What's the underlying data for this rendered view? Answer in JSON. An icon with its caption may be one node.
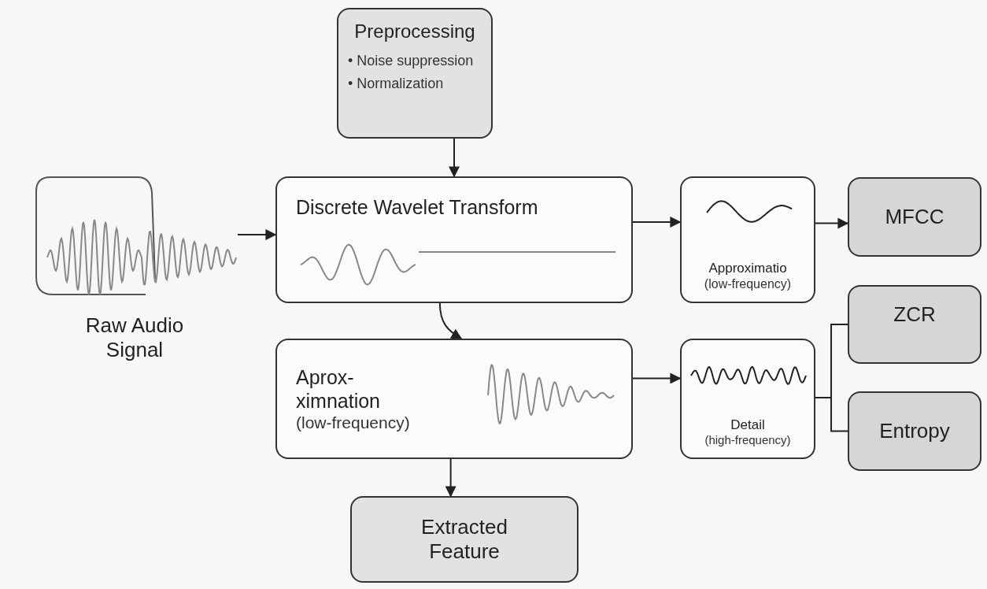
{
  "diagram": {
    "nodes": [
      {
        "text": [
          "Preprocessing",
          "• Noise suppression",
          "• Normalization"
        ]
      },
      {
        "text": [
          "Raw Audio Signal"
        ]
      },
      {
        "text": [
          "Discrete Wavelet Transform"
        ]
      },
      {
        "text": [
          "Approximatio",
          "(low-frequency)"
        ]
      },
      {
        "text": [
          "MFCC"
        ]
      },
      {
        "text": [
          "ZCR"
        ]
      },
      {
        "text": [
          "Aprox- ximnation",
          "(low-frequency)"
        ]
      },
      {
        "text": [
          "Detail",
          "(high-frequency)"
        ]
      },
      {
        "text": [
          "Entropy"
        ]
      },
      {
        "text": [
          "Extracted Feature"
        ]
      }
    ],
    "edges": [
      {
        "from": 0,
        "to": 2,
        "arrow": "to"
      },
      {
        "from": 1,
        "to": 2,
        "arrow": "to"
      },
      {
        "from": 2,
        "to": 3,
        "arrow": "to"
      },
      {
        "from": 3,
        "to": 4,
        "arrow": "to"
      },
      {
        "from": 2,
        "to": 6,
        "arrow": "to"
      },
      {
        "from": 6,
        "to": 7,
        "arrow": "to"
      },
      {
        "from": 7,
        "to": 5,
        "arrow": "none"
      },
      {
        "from": 7,
        "to": 8,
        "arrow": "none"
      },
      {
        "from": 6,
        "to": 9,
        "arrow": "to"
      }
    ]
  }
}
